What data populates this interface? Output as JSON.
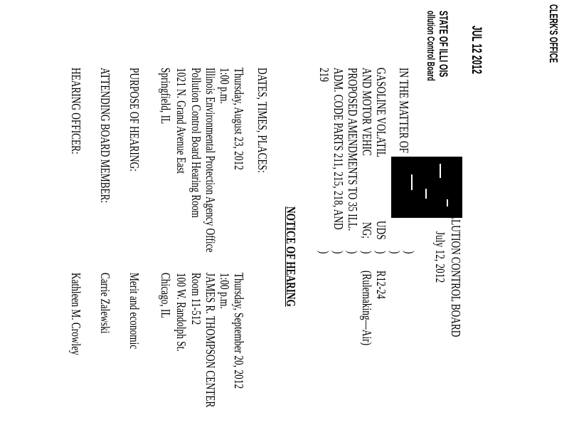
{
  "stamp": {
    "office": "CLERK'S OFFICE",
    "date": "JUL 12 2012",
    "state": "STATE OF ILLI OIS",
    "board": "ollution Control Board"
  },
  "header": {
    "board_name": "LLUTION CONTROL BOARD",
    "date": "July 12, 2012"
  },
  "caption": {
    "lines": [
      "IN THE MATTER OF",
      "GASOLINE VOLATIL",
      "AND MOTOR VEHIC",
      "PROPOSED AMENDMENTS TO 35 ILL.",
      "ADM. CODE PARTS 211, 215, 218, AND",
      "219"
    ],
    "fragments": [
      "UDS",
      "NG;"
    ],
    "paren": ")",
    "docket": "R12-24",
    "type": "(Rulemaking—Air)"
  },
  "title": "NOTICE OF HEARING",
  "dates": {
    "label": "DATES, TIMES, PLACES:",
    "left": [
      "Thursday, August 23, 2012",
      "1:00 p.m.",
      "Illinois Environmental Protection Agency Office",
      "Pollution Control Board Hearing Room",
      "1021 N. Grand Avenue East",
      "Springfield, IL"
    ],
    "right": [
      "Thursday, September 20, 2012",
      "1:00 p.m.",
      "JAMES R. THOMPSON CENTER",
      "Room 11-512",
      "100 W. Randolph St.",
      "Chicago, IL"
    ]
  },
  "purpose": {
    "label": "PURPOSE OF HEARING:",
    "value": "Merit and economic"
  },
  "member": {
    "label": "ATTENDING BOARD MEMBER:",
    "value": "Carrie Zalewski"
  },
  "officer": {
    "label": "HEARING OFFICER:",
    "value": "Kathleen M. Crowley"
  }
}
